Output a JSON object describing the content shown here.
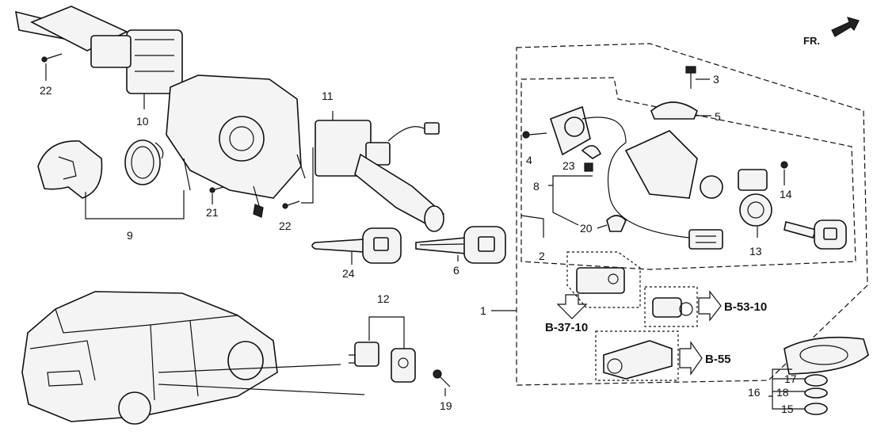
{
  "orientation": {
    "text": "FR.",
    "icon": "arrow-right-icon"
  },
  "callouts": {
    "p1": "1",
    "p2": "2",
    "p3": "3",
    "p4": "4",
    "p5": "5",
    "p6": "6",
    "p8": "8",
    "p9": "9",
    "p10": "10",
    "p11": "11",
    "p12": "12",
    "p13": "13",
    "p14": "14",
    "p15": "15",
    "p16": "16",
    "p17": "17",
    "p18": "18",
    "p19": "19",
    "p20": "20",
    "p21": "21",
    "p22a": "22",
    "p22b": "22",
    "p23": "23",
    "p24": "24"
  },
  "references": {
    "r1": "B-37-10",
    "r2": "B-53-10",
    "r3": "B-55"
  }
}
